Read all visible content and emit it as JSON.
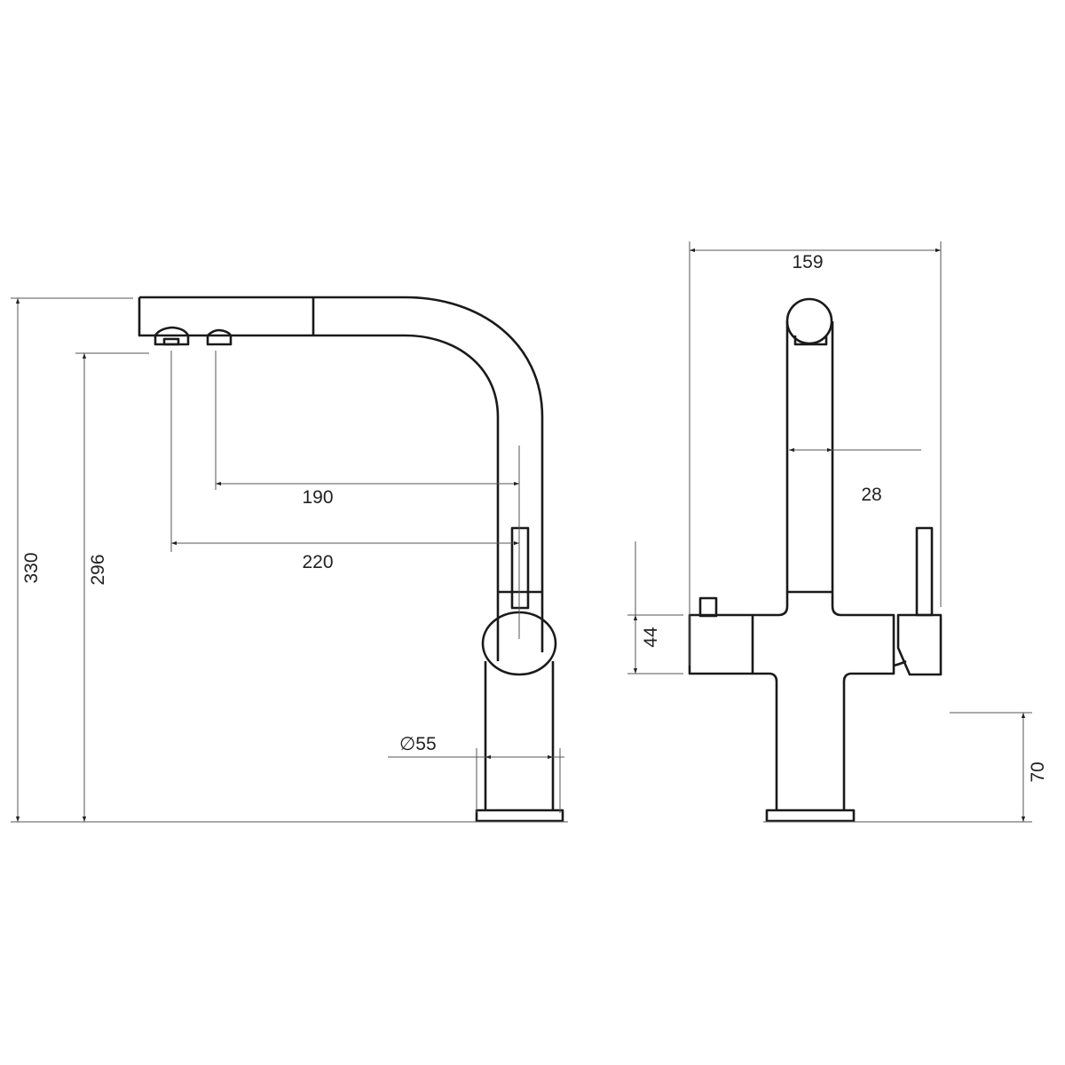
{
  "drawing": {
    "side_view": {
      "dimensions": {
        "total_height": "330",
        "spout_outlet_height": "296",
        "reach_outlet_1": "190",
        "reach_outlet_2": "220",
        "base_diameter": "∅55"
      }
    },
    "front_view": {
      "dimensions": {
        "overall_width": "159",
        "spout_width": "28",
        "body_height": "44",
        "body_elevation": "70"
      }
    }
  }
}
